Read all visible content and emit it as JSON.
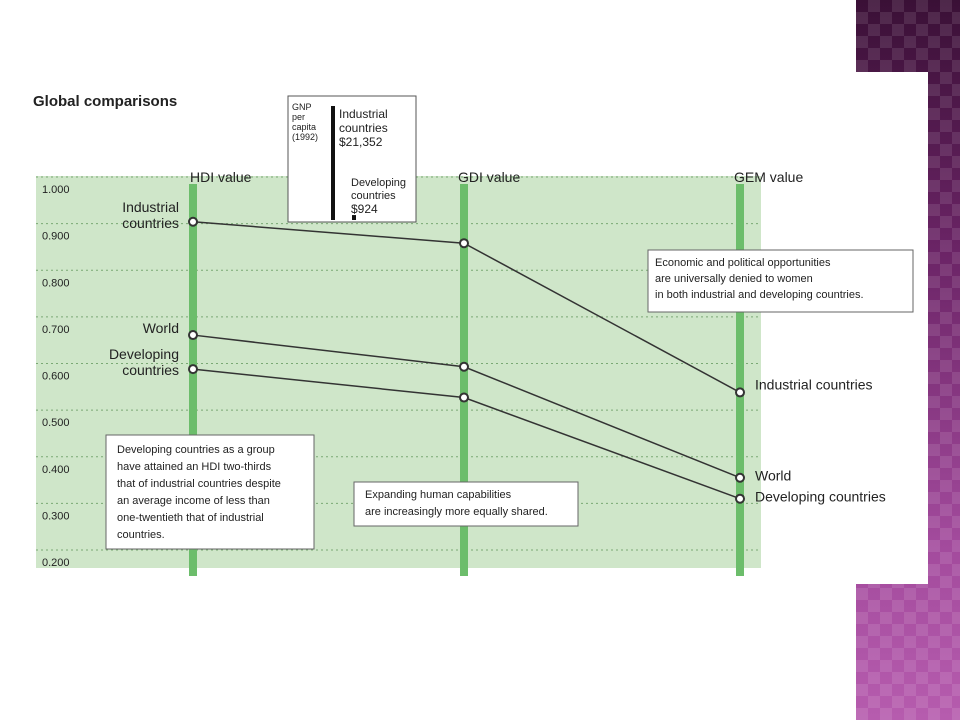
{
  "figure": {
    "title": "Global comparisons"
  },
  "chart_data": {
    "type": "line",
    "title": "Global comparisons",
    "categories": [
      "HDI value",
      "GDI value",
      "GEM value"
    ],
    "ylim": [
      0.2,
      1.0
    ],
    "y_ticks": [
      "1.000",
      "0.900",
      "0.800",
      "0.700",
      "0.600",
      "0.500",
      "0.400",
      "0.300",
      "0.200"
    ],
    "grid": true,
    "series": [
      {
        "name": "Industrial countries",
        "values": [
          0.904,
          0.858,
          0.538
        ]
      },
      {
        "name": "World",
        "values": [
          0.661,
          0.593,
          0.355
        ]
      },
      {
        "name": "Developing countries",
        "values": [
          0.588,
          0.527,
          0.31
        ]
      }
    ],
    "left_labels": [
      {
        "line1": "Industrial",
        "line2": "countries"
      },
      {
        "line1": "World",
        "line2": ""
      },
      {
        "line1": "Developing",
        "line2": "countries"
      }
    ],
    "right_labels": [
      "Industrial countries",
      "World",
      "Developing countries"
    ],
    "inset": {
      "ylabel": [
        "GNP",
        "per",
        "capita",
        "(1992)"
      ],
      "bars": [
        {
          "label": [
            "Industrial",
            "countries",
            "$21,352"
          ],
          "value": 21352
        },
        {
          "label": [
            "Developing",
            "countries",
            "$924"
          ],
          "value": 924
        }
      ]
    },
    "annotations": {
      "economic": [
        "Economic and political opportunities",
        "are universally denied to women",
        "in both industrial and developing countries."
      ],
      "developing": [
        "Developing countries as a group",
        "have attained an HDI two-thirds",
        "that of industrial countries despite",
        "an average income of less than",
        "one-twentieth that of industrial",
        "countries."
      ],
      "expanding": [
        "Expanding human capabilities",
        "are increasingly more equally shared."
      ]
    }
  }
}
